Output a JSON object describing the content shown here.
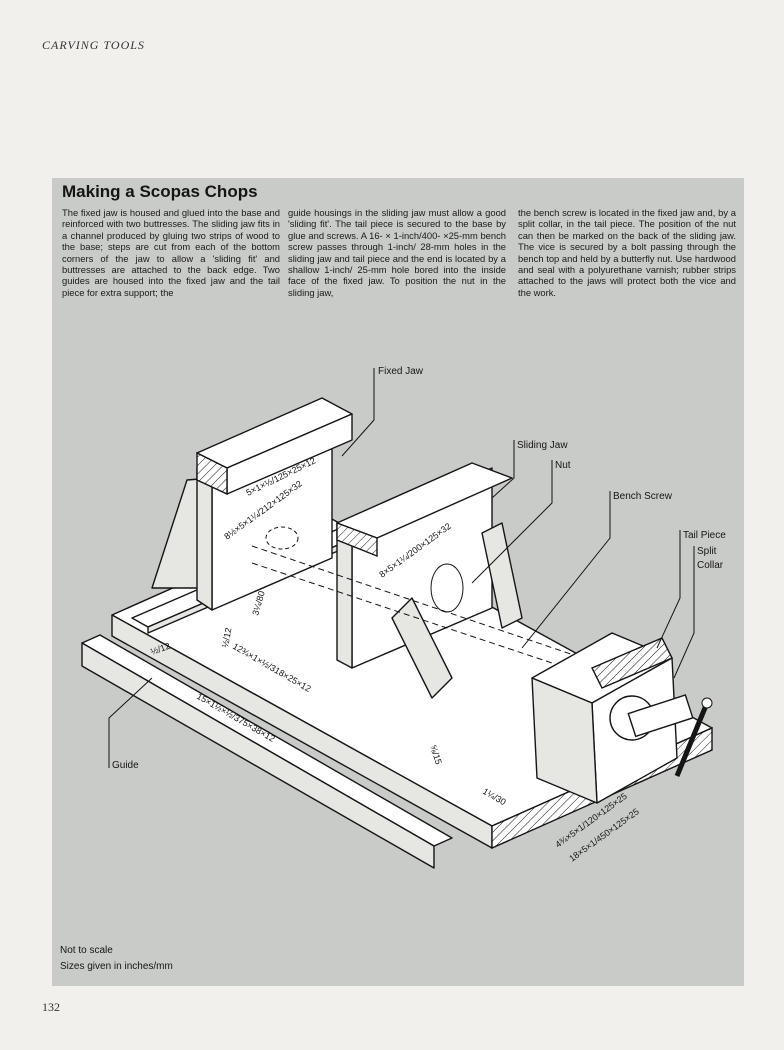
{
  "running_head": "CARVING TOOLS",
  "page_number": "132",
  "panel": {
    "title": "Making a Scopas Chops",
    "col1": "The fixed jaw is housed and glued into the base and reinforced with two buttresses. The sliding jaw fits in a channel produced by gluing two strips of wood to the base; steps are cut from each of the bottom corners of the jaw to allow a 'sliding fit' and buttresses are attached to the back edge. Two guides are housed into the fixed jaw and the tail piece for extra support; the",
    "col2": "guide housings in the sliding jaw must allow a good 'sliding fit'. The tail piece is secured to the base by glue and screws. A 16- × 1-inch/400- ×25-mm bench screw passes through 1-inch/ 28-mm holes in the sliding jaw and tail piece and the end is located by a shallow 1-inch/ 25-mm hole bored into the inside face of the fixed jaw. To position the nut in the sliding jaw,",
    "col3": "the bench screw is located in the fixed jaw and, by a split collar, in the tail piece. The position of the nut can then be marked on the back of the sliding jaw. The vice is secured by a bolt passing through the bench top and held by a butterfly nut. Use hardwood and seal with a polyurethane varnish; rubber strips attached to the jaws will protect both the vice and the work."
  },
  "labels": {
    "fixed_jaw": "Fixed Jaw",
    "sliding_jaw": "Sliding Jaw",
    "nut": "Nut",
    "bench_screw": "Bench Screw",
    "tail_piece": "Tail Piece",
    "split": "Split",
    "collar": "Collar",
    "guide": "Guide"
  },
  "dimensions": {
    "d1": "5×1×½/125×25×12",
    "d2": "8½×5×1¼/212×125×32",
    "d3": "3¼/80",
    "d4": "½/12",
    "d5": "½/12",
    "d6": "12¾×1×½/318×25×12",
    "d7": "15×1½×½/375×38×12",
    "d8": "8×5×1¼/200×125×32",
    "d9": "⅝/15",
    "d10": "1¼/30",
    "d11": "4¾×5×1/120×125×25",
    "d12": "18×5×1/450×125×25"
  },
  "notes": {
    "not_to_scale": "Not to scale",
    "sizes": "Sizes given in inches/mm"
  }
}
